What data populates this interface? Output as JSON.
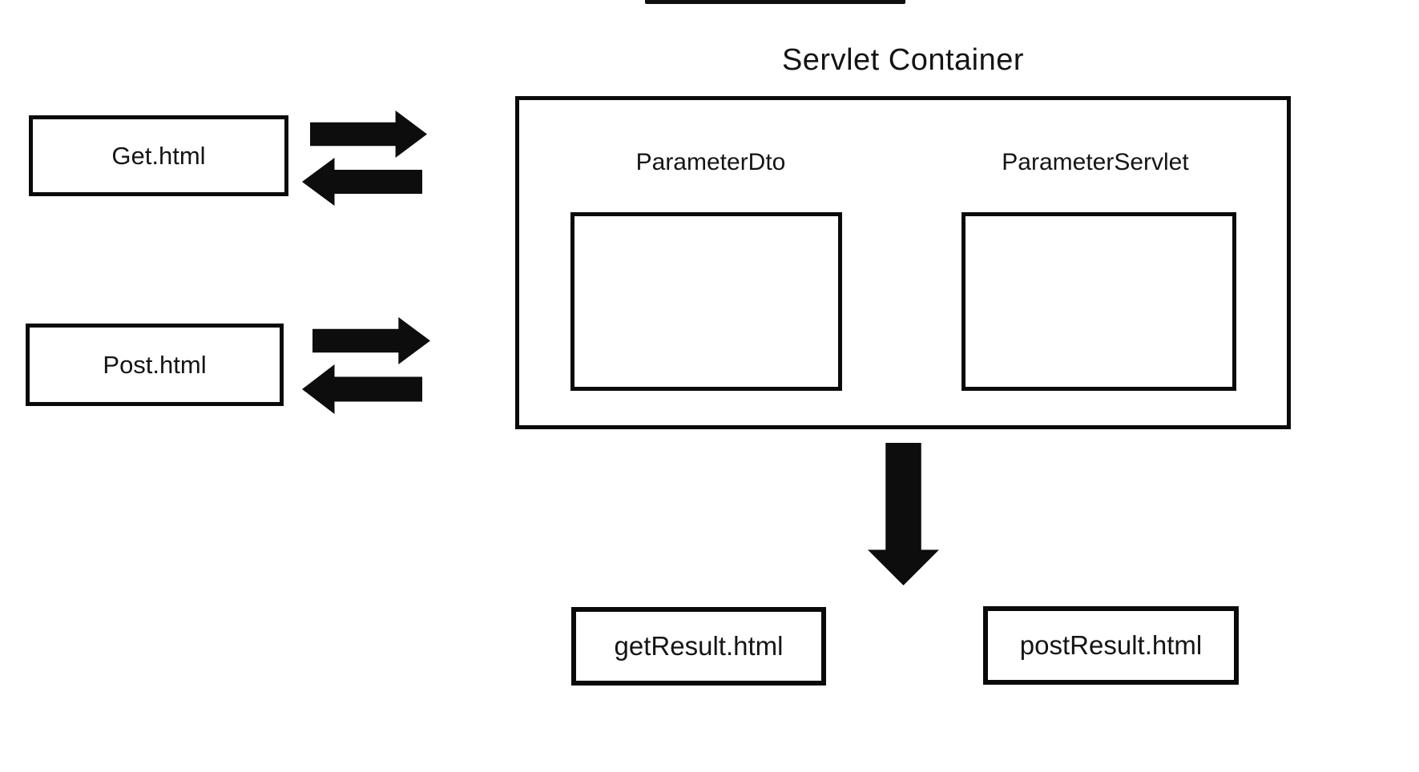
{
  "diagram": {
    "title": "Servlet Container",
    "sources": [
      {
        "label": "Get.html"
      },
      {
        "label": "Post.html"
      }
    ],
    "container": {
      "modules": [
        {
          "label": "ParameterDto"
        },
        {
          "label": "ParameterServlet"
        }
      ]
    },
    "results": [
      {
        "label": "getResult.html"
      },
      {
        "label": "postResult.html"
      }
    ],
    "icons": {
      "request": "arrow-right-icon",
      "response": "arrow-left-icon",
      "forward": "arrow-down-icon"
    },
    "colors": {
      "line": "#0a0a0a",
      "text": "#151515",
      "background": "#ffffff"
    }
  }
}
